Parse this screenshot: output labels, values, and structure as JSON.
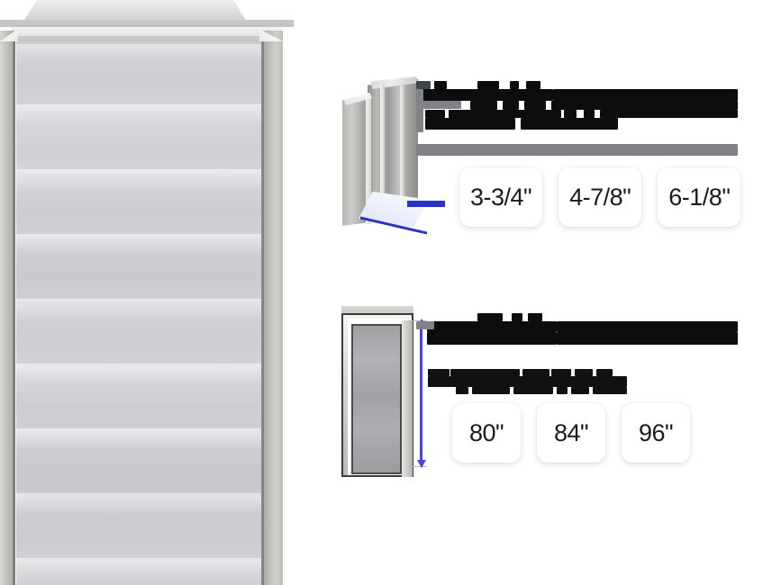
{
  "page": {
    "background_color": "#fdfdfd",
    "accent_blue": "#2a34c4",
    "arrow_blue": "#4a44dd",
    "redaction_color": "#0d0d0d",
    "redaction_gray": "#818187"
  },
  "product_photo": {
    "name": "door-and-frame-photo",
    "alt": "Interior door installed in frame",
    "frame_color": "#c6c7c2",
    "slab_color": "#cfd0d4"
  },
  "sections": [
    {
      "id": "jamb-depth",
      "thumbnail": {
        "name": "jamb-profile-diagram",
        "alt": "3D jamb profile showing depth dimension",
        "dimension_accent": "#2a34c4"
      },
      "heading_redacted": true,
      "subheading_redacted": true,
      "options": [
        {
          "label": "3-3/4\"",
          "selected": false
        },
        {
          "label": "4-7/8\"",
          "selected": false
        },
        {
          "label": "6-1/8\"",
          "selected": false
        }
      ]
    },
    {
      "id": "door-height",
      "thumbnail": {
        "name": "door-height-diagram",
        "alt": "Door elevation with vertical height dimension arrow",
        "dimension_accent": "#4a44dd"
      },
      "heading_redacted": true,
      "subheading_redacted": true,
      "options": [
        {
          "label": "80\"",
          "selected": false
        },
        {
          "label": "84\"",
          "selected": false
        },
        {
          "label": "96\"",
          "selected": false
        }
      ]
    }
  ]
}
